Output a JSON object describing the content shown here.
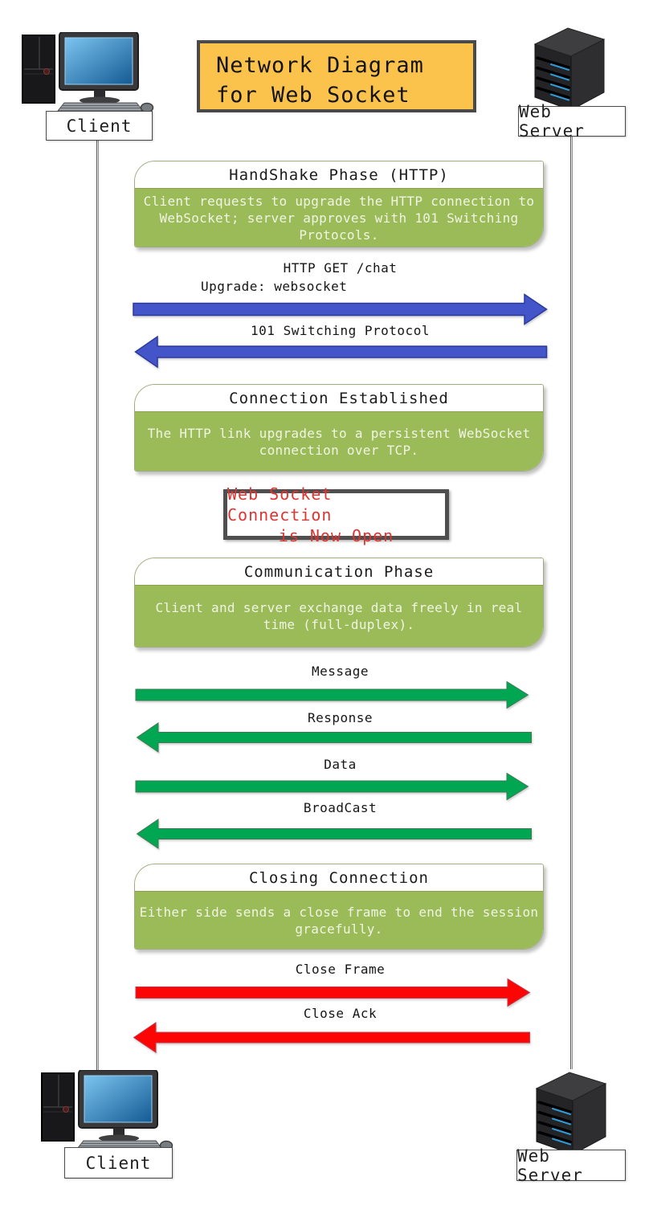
{
  "title": {
    "text": "Network Diagram for Web Socket"
  },
  "actors": {
    "client_label": "Client",
    "server_label": "Web Server"
  },
  "status_box": {
    "line1": "Web Socket Connection",
    "line2": "is Now Open"
  },
  "phases": [
    {
      "title": "HandShake Phase (HTTP)",
      "description": "Client requests to upgrade the HTTP connection to WebSocket; server approves with 101 Switching Protocols."
    },
    {
      "title": "Connection Established",
      "description": "The HTTP link upgrades to a persistent WebSocket connection over TCP."
    },
    {
      "title": "Communication Phase",
      "description": "Client and server exchange data freely in real time (full-duplex)."
    },
    {
      "title": "Closing Connection",
      "description": "Either side sends a close frame to end the session gracefully."
    }
  ],
  "messages": [
    {
      "label_line1": "HTTP GET /chat",
      "label_line2": "Upgrade: websocket",
      "direction": "right",
      "color": "blue",
      "from": "Client",
      "to": "Web Server"
    },
    {
      "label": "101 Switching Protocol",
      "direction": "left",
      "color": "blue",
      "from": "Web Server",
      "to": "Client"
    },
    {
      "label": "Message",
      "direction": "right",
      "color": "green",
      "from": "Client",
      "to": "Web Server"
    },
    {
      "label": "Response",
      "direction": "left",
      "color": "green",
      "from": "Web Server",
      "to": "Client"
    },
    {
      "label": "Data",
      "direction": "right",
      "color": "green",
      "from": "Client",
      "to": "Web Server"
    },
    {
      "label": "BroadCast",
      "direction": "left",
      "color": "green",
      "from": "Web Server",
      "to": "Client"
    },
    {
      "label": "Close Frame",
      "direction": "right",
      "color": "red",
      "from": "Client",
      "to": "Web Server"
    },
    {
      "label": "Close Ack",
      "direction": "left",
      "color": "red",
      "from": "Web Server",
      "to": "Client"
    }
  ],
  "colors": {
    "title_yellow": "#FBC34C",
    "phase_green": "#9BBB59",
    "arrow_blue": "#4355C8",
    "arrow_green": "#00A651",
    "arrow_red": "#FB0505",
    "status_text_red": "#DE3432"
  }
}
